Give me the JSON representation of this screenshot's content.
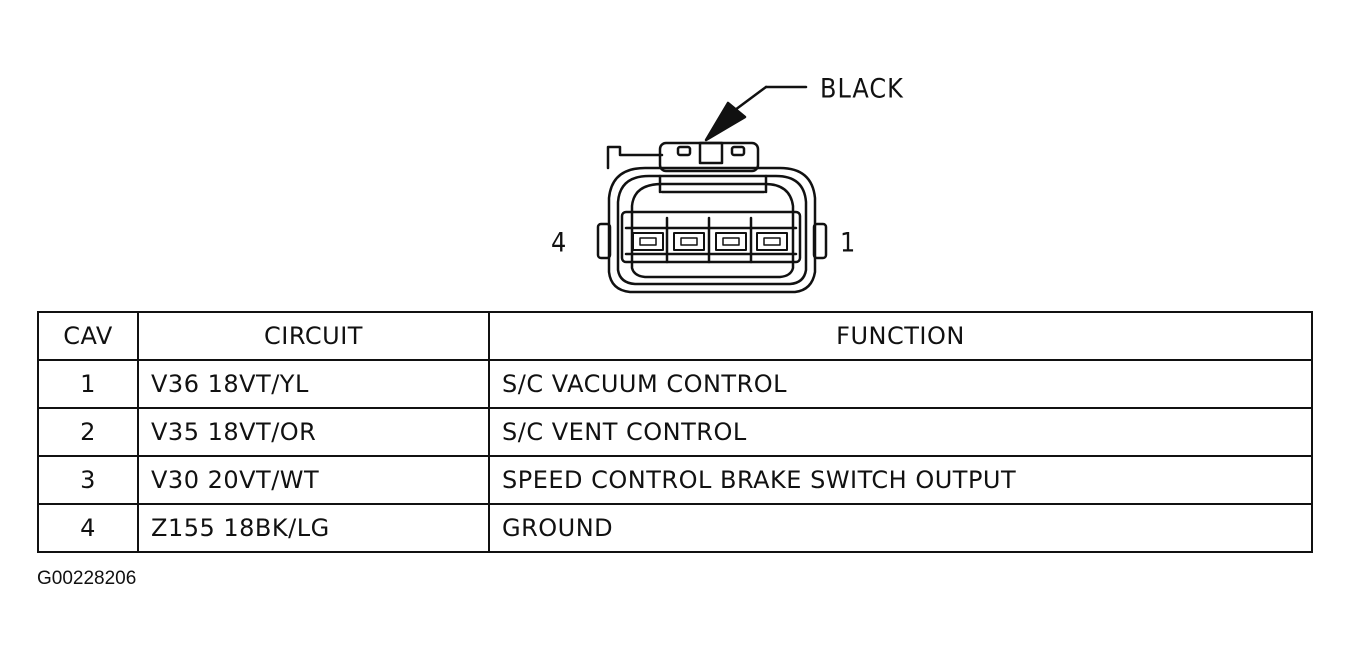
{
  "connector": {
    "color_label": "BLACK",
    "pin_left_label": "4",
    "pin_right_label": "1"
  },
  "table": {
    "headers": [
      "CAV",
      "CIRCUIT",
      "FUNCTION"
    ],
    "rows": [
      {
        "cav": "1",
        "circuit": "V36 18VT/YL",
        "function": "S/C VACUUM CONTROL"
      },
      {
        "cav": "2",
        "circuit": "V35 18VT/OR",
        "function": "S/C VENT CONTROL"
      },
      {
        "cav": "3",
        "circuit": "V30 20VT/WT",
        "function": "SPEED CONTROL BRAKE SWITCH OUTPUT"
      },
      {
        "cav": "4",
        "circuit": "Z155 18BK/LG",
        "function": "GROUND"
      }
    ]
  },
  "figure_id": "G00228206"
}
